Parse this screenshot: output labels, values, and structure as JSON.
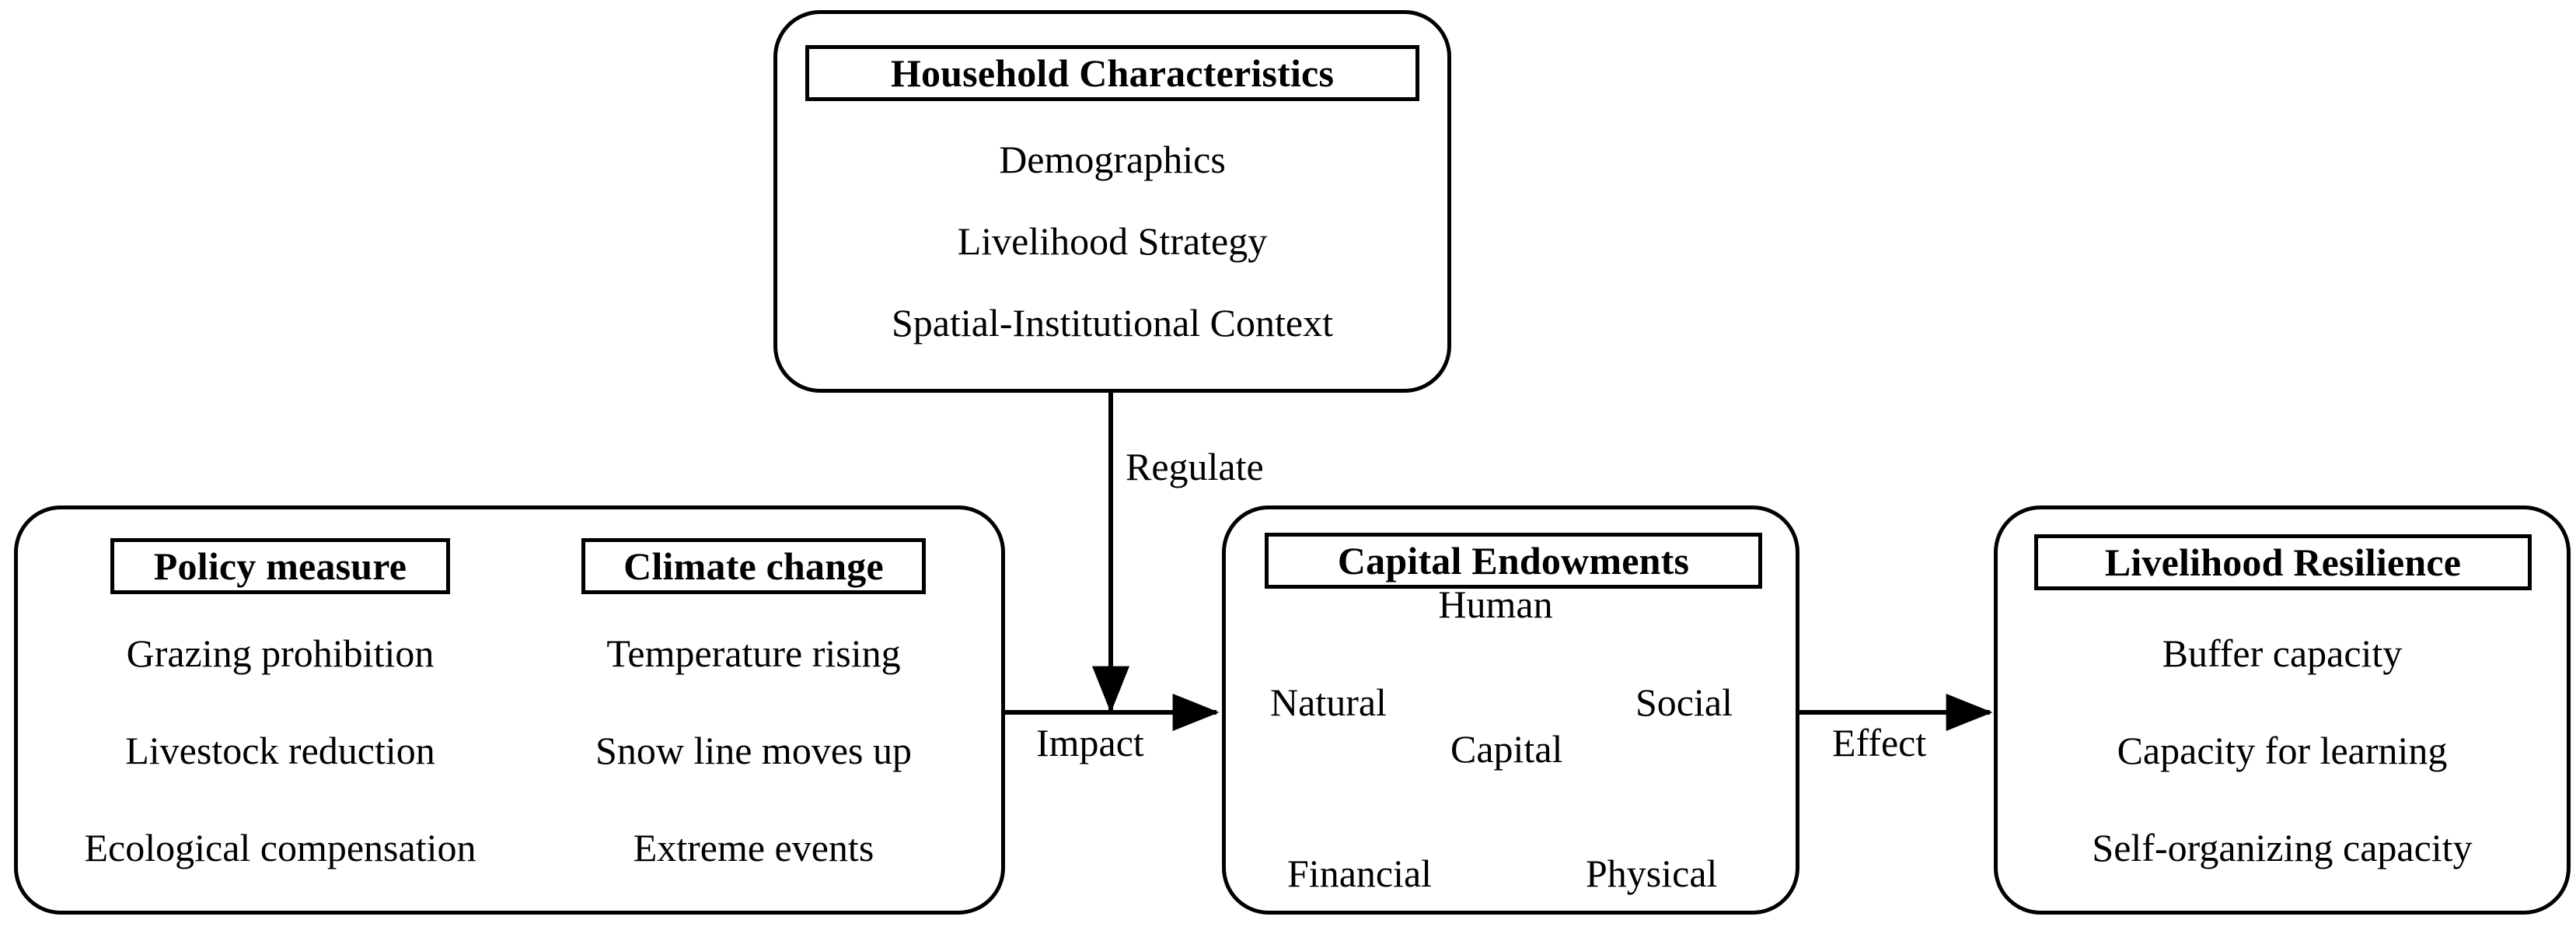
{
  "diagram": {
    "type": "conceptual-framework-flow",
    "background_color": "#ffffff",
    "line_color": "#000000"
  },
  "nodes": {
    "household": {
      "title": "Household Characteristics",
      "items": [
        "Demographics",
        "Livelihood Strategy",
        "Spatial-Institutional Context"
      ]
    },
    "policy": {
      "title": "Policy measure",
      "items": [
        "Grazing prohibition",
        "Livestock reduction",
        "Ecological compensation"
      ]
    },
    "climate": {
      "title": "Climate change",
      "items": [
        "Temperature rising",
        "Snow line moves up",
        "Extreme events"
      ]
    },
    "capital": {
      "title": "Capital Endowments",
      "center_label": "Capital",
      "vertices": [
        "Human",
        "Social",
        "Physical",
        "Financial",
        "Natural"
      ]
    },
    "resilience": {
      "title": "Livelihood Resilience",
      "items": [
        "Buffer capacity",
        "Capacity for learning",
        "Self-organizing capacity"
      ]
    }
  },
  "connectors": {
    "regulate": "Regulate",
    "impact": "Impact",
    "effect": "Effect"
  }
}
